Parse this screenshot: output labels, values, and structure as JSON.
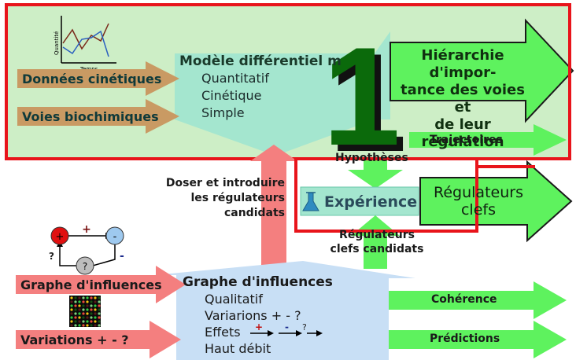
{
  "top_model": {
    "title": "Modèle différentiel m",
    "items": [
      "Quantitatif",
      "Cinétique",
      "Simple"
    ]
  },
  "mini_chart": {
    "ylabel": "Quantité",
    "xlabel": "Temps"
  },
  "inputs_top": {
    "kinetic": "Données cinétiques",
    "pathways": "Voies biochimiques"
  },
  "big_number": "1",
  "hierarchy": {
    "lines": [
      "Hiérarchie d'impor-",
      "tance des voies et",
      "de leur régulation"
    ]
  },
  "trajectories": "Trajectoires",
  "hypotheses": "Hypothèses",
  "dose": {
    "lines": [
      "Doser et introduire",
      "les régulateurs",
      "candidats"
    ]
  },
  "experience": "Expérience",
  "key_regulators": {
    "lines": [
      "Régulateurs",
      "clefs"
    ]
  },
  "candidate_regulators": {
    "lines": [
      "Régulateurs",
      "clefs candidats"
    ]
  },
  "influence_network": {
    "nodes": {
      "plus": "+",
      "minus": "-",
      "unknown": "?"
    },
    "edge_labels": {
      "plus": "+",
      "minus": "-",
      "unknown": "?"
    }
  },
  "inputs_bottom": {
    "graph": "Graphe d'influences",
    "variations": "Variations + - ?"
  },
  "bottom_model": {
    "title": "Graphe d'influences",
    "items": [
      "Qualitatif",
      "Variarions + - ?",
      "Effets",
      "Haut débit"
    ],
    "effect_signs": [
      "+",
      "-",
      "?"
    ]
  },
  "outputs_bottom": {
    "coherence": "Cohérence",
    "predictions": "Prédictions"
  },
  "colors": {
    "top_panel": "#cdeec6",
    "red_frame": "#e8141b",
    "teal": "#a4e6cf",
    "green_arrow": "#5ef25e",
    "dark_green": "#0b6a0b",
    "salmon": "#f47f7f",
    "tan": "#c99a63",
    "light_blue": "#c8dff5"
  }
}
